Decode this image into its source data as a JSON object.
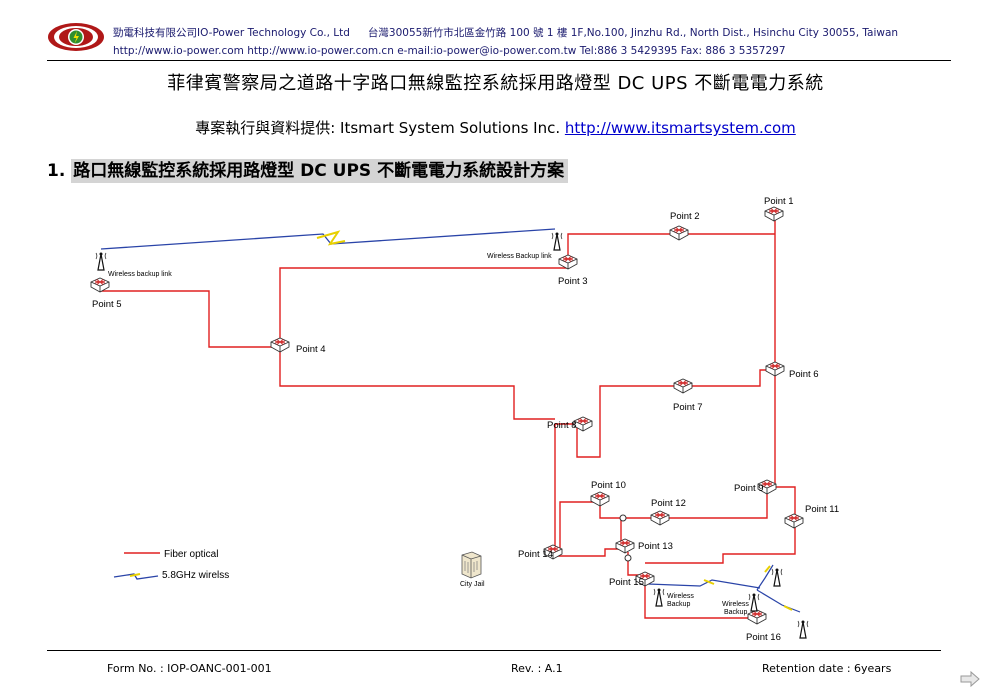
{
  "header": {
    "company_line": "勁電科技有限公司IO-Power Technology Co., Ltd",
    "address_line": "台灣30055新竹市北區金竹路 100 號 1 樓    1F,No.100, Jinzhu Rd., North Dist., Hsinchu City 30055, Taiwan",
    "contact_line": "http://www.io-power.com http://www.io-power.com.cn e-mail:io-power@io-power.com.tw Tel:886 3 5429395 Fax: 886 3 5357297"
  },
  "title": "菲律賓警察局之道路十字路口無線監控系統採用路燈型 DC  UPS 不斷電電力系統",
  "subtitle": {
    "prefix": "專案執行與資料提供: Itsmart System Solutions Inc. ",
    "link": "http://www.itsmartsystem.com"
  },
  "section": {
    "number": "1. ",
    "title": "路口無線監控系統採用路燈型 DC UPS 不斷電電力系統設計方案"
  },
  "diagram": {
    "points": {
      "p1": "Point 1",
      "p2": "Point 2",
      "p3": "Point 3",
      "p4": "Point 4",
      "p5": "Point 5",
      "p6": "Point 6",
      "p7": "Point 7",
      "p8": "Point 8",
      "p9": "Point 9",
      "p10": "Point 10",
      "p11": "Point 11",
      "p12": "Point 12",
      "p13": "Point 13",
      "p14": "Point 14",
      "p15": "Point 15",
      "p16": "Point 16"
    },
    "labels": {
      "wireless_backup_link_left": "Wireless backup link",
      "wireless_backup_link_p3": "Wireless Backup link",
      "wireless_backup_a": "Wireless",
      "wireless_backup_b": "Backup",
      "wireless_backup_c": "Wireless",
      "wireless_backup_d": "Backup",
      "city_jail": "City Jail"
    },
    "legend": {
      "fiber": "Fiber optical",
      "wireless": "5.8GHz wirelss"
    },
    "colors": {
      "fiber": "#e02020",
      "wireless_blue": "#2a44a8",
      "wireless_yellow": "#e8d000"
    }
  },
  "footer": {
    "form_no": "Form No. : IOP-OANC-001-001",
    "rev": "Rev. : A.1",
    "retention": "Retention date : 6years"
  }
}
